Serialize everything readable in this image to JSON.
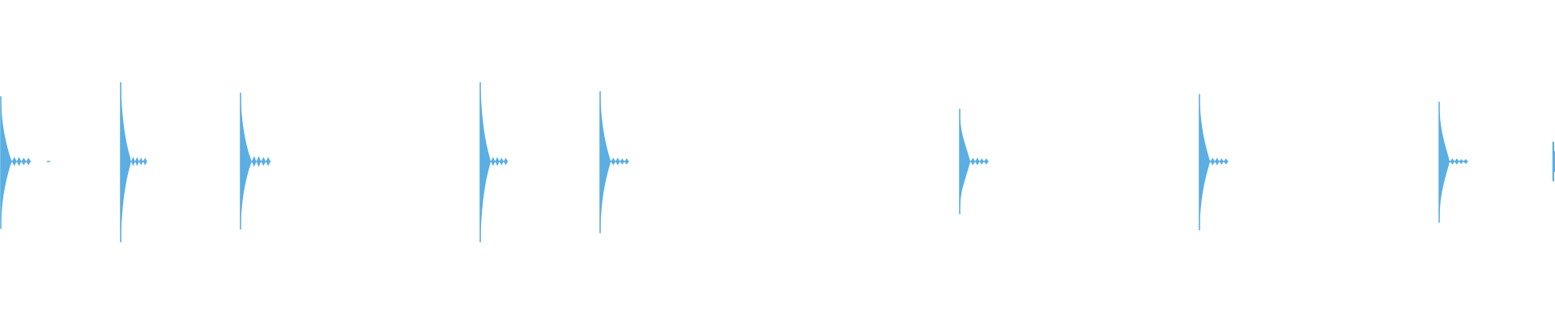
{
  "waveform": {
    "color": "#5aaee3",
    "background": "#ffffff",
    "amplitude_range": [
      -1,
      1
    ],
    "hits": [
      {
        "time": 0.0,
        "peak_top": 0.93,
        "peak_bottom": 0.96,
        "tail_length": 0.25,
        "tail_amp": 0.06
      },
      {
        "time": 1.0,
        "peak_top": 1.13,
        "peak_bottom": 1.15,
        "tail_length": 0.22,
        "tail_amp": 0.06
      },
      {
        "time": 2.0,
        "peak_top": 0.98,
        "peak_bottom": 0.97,
        "tail_length": 0.25,
        "tail_amp": 0.07
      },
      {
        "time": 4.0,
        "peak_top": 1.13,
        "peak_bottom": 1.15,
        "tail_length": 0.23,
        "tail_amp": 0.06
      },
      {
        "time": 5.0,
        "peak_top": 1.0,
        "peak_bottom": 1.02,
        "tail_length": 0.24,
        "tail_amp": 0.05
      },
      {
        "time": 8.0,
        "peak_top": 0.75,
        "peak_bottom": 0.75,
        "tail_length": 0.24,
        "tail_amp": 0.05
      },
      {
        "time": 10.0,
        "peak_top": 0.96,
        "peak_bottom": 0.98,
        "tail_length": 0.24,
        "tail_amp": 0.05
      },
      {
        "time": 12.0,
        "peak_top": 0.85,
        "peak_bottom": 0.87,
        "tail_length": 0.24,
        "tail_amp": 0.04
      },
      {
        "time": 12.95,
        "peak_top": 0.28,
        "peak_bottom": 0.28,
        "tail_length": 0.0,
        "tail_amp": 0.0
      }
    ],
    "time_range": [
      0,
      13
    ]
  }
}
